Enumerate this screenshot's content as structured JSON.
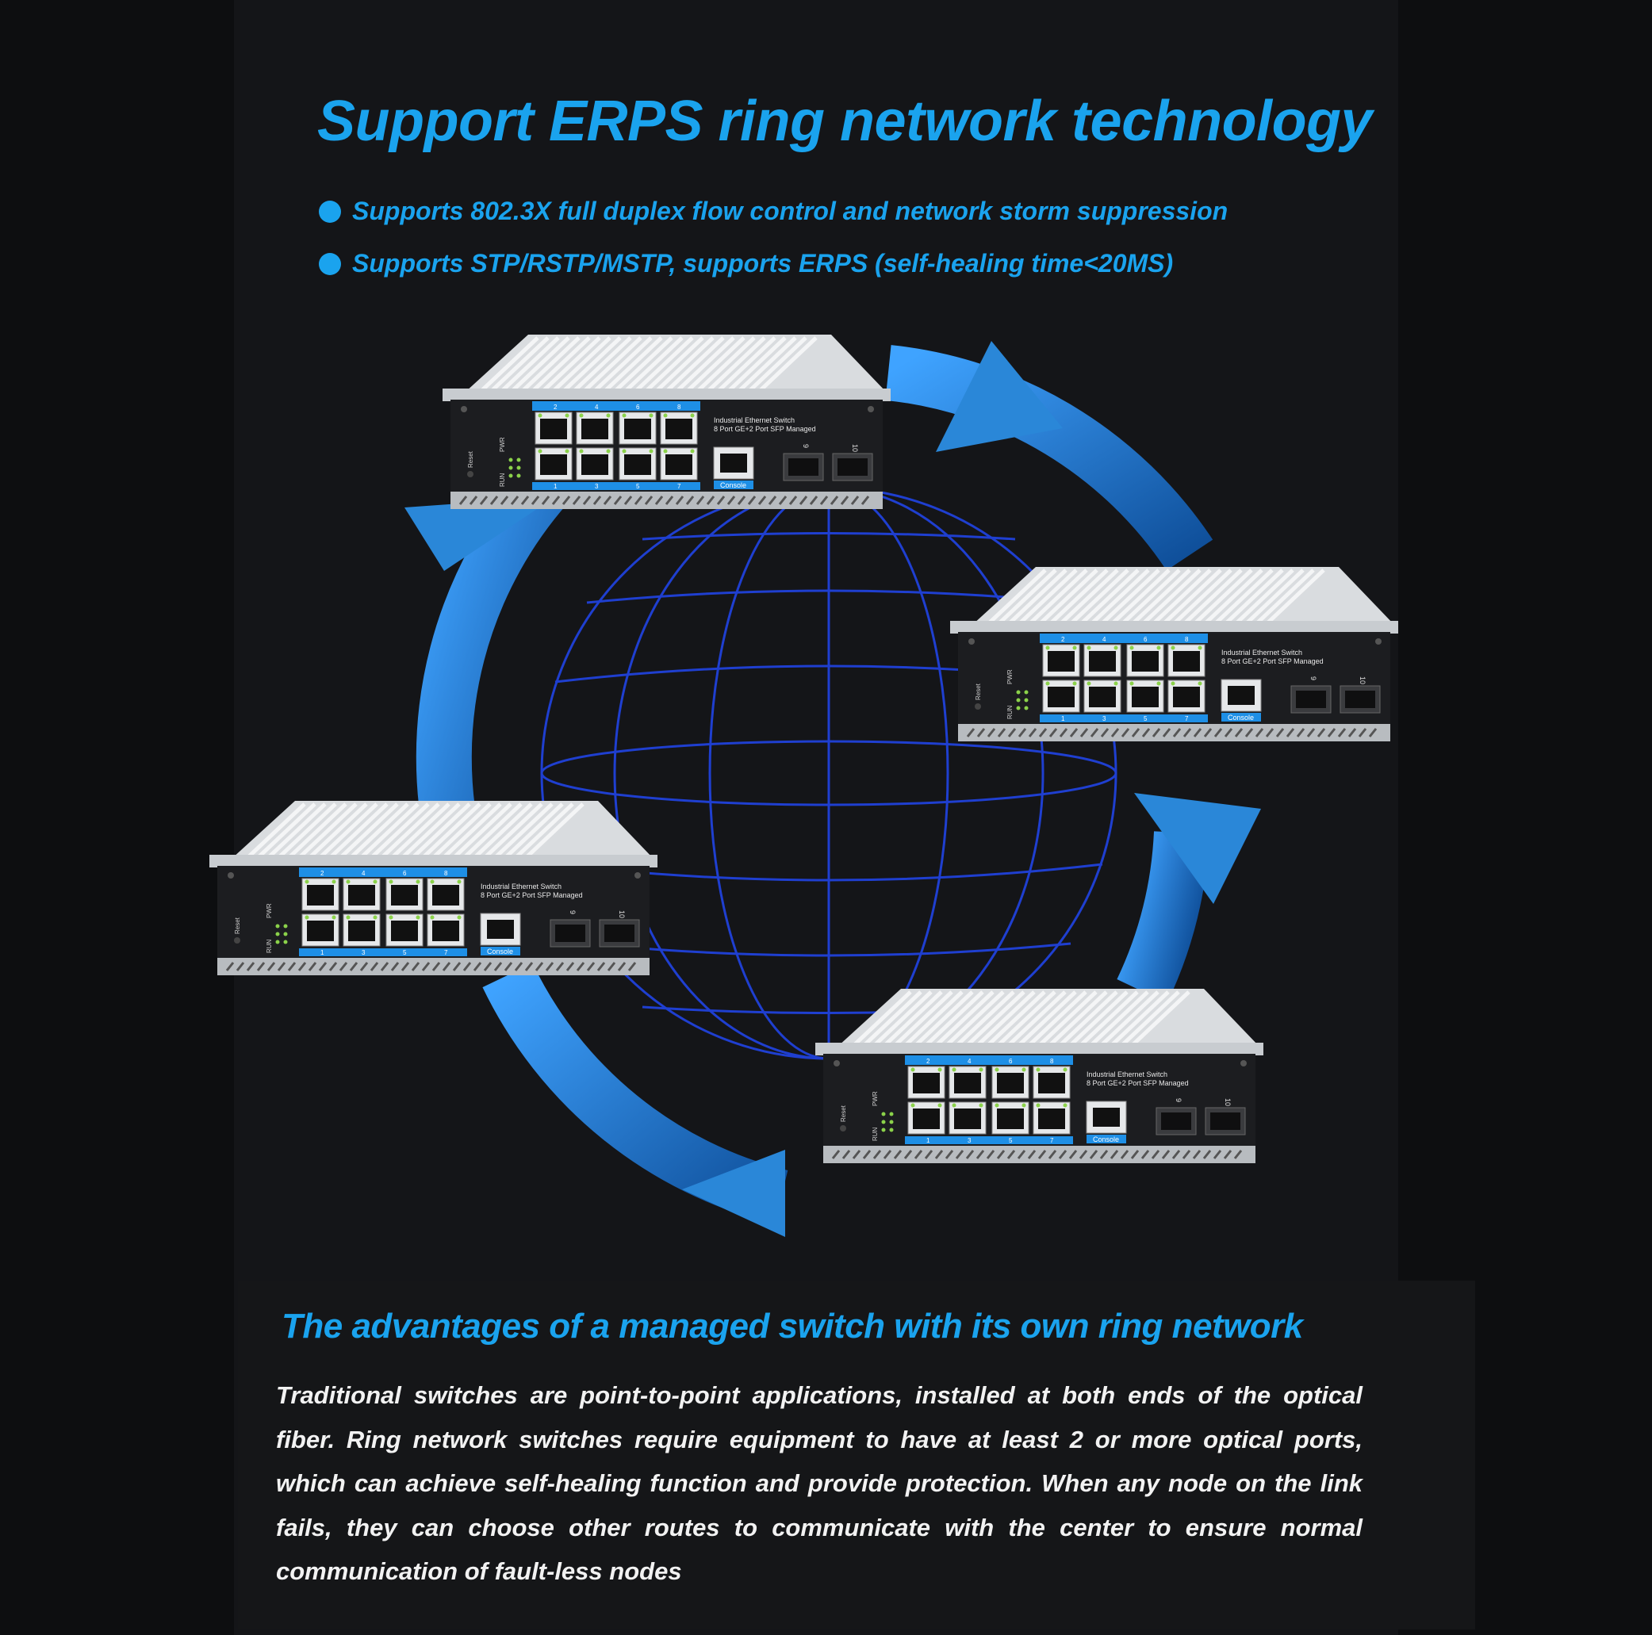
{
  "header": {
    "title": "Support ERPS ring network technology",
    "bullets": [
      "Supports 802.3X full duplex flow control and network storm suppression",
      "Supports STP/RSTP/MSTP, supports ERPS (self-healing time<20MS)"
    ]
  },
  "device": {
    "label_line1": "Industrial Ethernet Switch",
    "label_line2": "8 Port GE+2 Port SFP Managed",
    "console_label": "Console",
    "reset_label": "Reset",
    "pwr_label": "PWR",
    "run_label": "RUN",
    "port_top_numbers": [
      "2",
      "4",
      "6",
      "8"
    ],
    "port_bottom_numbers": [
      "1",
      "3",
      "5",
      "7"
    ],
    "sfp_numbers": [
      "9",
      "10"
    ]
  },
  "colors": {
    "accent": "#1aa3ee",
    "ring": "#2a87d8",
    "globe": "#1f3fd0",
    "panel_port_strip": "#1e8fe6"
  },
  "advantages": {
    "title": "The advantages of a managed switch with its own ring network",
    "body": "Traditional switches are point-to-point applications, installed at both ends of the optical fiber. Ring network switches require equipment to have at least 2 or more optical ports, which can achieve self-healing function and provide protection. When any node on the link fails, they can choose other routes to communicate with the center to ensure normal communication of fault-less nodes"
  }
}
